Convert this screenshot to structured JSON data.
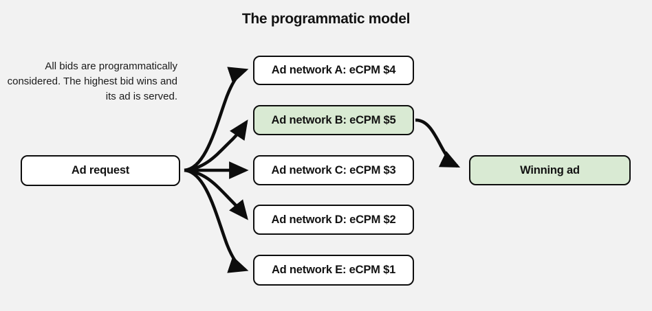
{
  "diagram": {
    "title": "The programmatic model",
    "background_color": "#f2f2f2",
    "note": "All bids are programmatically considered. The highest bid wins and its ad is served.",
    "colors": {
      "highlight_fill": "#d9ead3",
      "node_fill": "#ffffff",
      "stroke": "#0d0d0d",
      "text": "#121212"
    },
    "nodes": {
      "ad_request": {
        "label": "Ad request",
        "fill": "#ffffff"
      },
      "network_a": {
        "label": "Ad network A: eCPM $4",
        "fill": "#ffffff",
        "ecpm": 4
      },
      "network_b": {
        "label": "Ad network B: eCPM $5",
        "fill": "#d9ead3",
        "ecpm": 5
      },
      "network_c": {
        "label": "Ad network C: eCPM $3",
        "fill": "#ffffff",
        "ecpm": 3
      },
      "network_d": {
        "label": "Ad network D: eCPM $2",
        "fill": "#ffffff",
        "ecpm": 2
      },
      "network_e": {
        "label": "Ad network E: eCPM $1",
        "fill": "#ffffff",
        "ecpm": 1
      },
      "winning_ad": {
        "label": "Winning ad",
        "fill": "#d9ead3"
      }
    },
    "edges": [
      {
        "from": "ad_request",
        "to": "network_a",
        "style": "curved-arrow"
      },
      {
        "from": "ad_request",
        "to": "network_b",
        "style": "curved-arrow"
      },
      {
        "from": "ad_request",
        "to": "network_c",
        "style": "straight-arrow"
      },
      {
        "from": "ad_request",
        "to": "network_d",
        "style": "curved-arrow"
      },
      {
        "from": "ad_request",
        "to": "network_e",
        "style": "curved-arrow"
      },
      {
        "from": "network_b",
        "to": "winning_ad",
        "style": "curved-arrow"
      }
    ]
  }
}
